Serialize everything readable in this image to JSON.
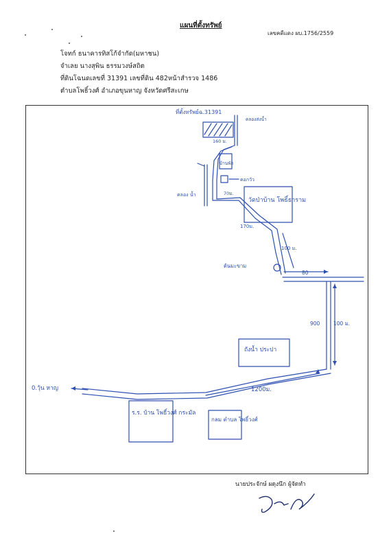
{
  "header": {
    "title": "แผนที่ตั้งทรัพย์",
    "ref_no": "เลขคดีแดง ผบ.1756/2559",
    "plaintiff": "โจทก์ ธนาคารทิสโก้จำกัด(มหาชน)",
    "defendant": "จำเลย นางสุพิน ธรรมวงษ์สถิต",
    "land_deed": "ที่ดินโฉนดเลขที่ 31391 เลขที่ดิน 482หน้าสำรวจ 1486",
    "location": "ตำบลโพธิ์วงศ์ อำเภอขุนหาญ จังหวัดศรีสะเกษ"
  },
  "map_labels": {
    "property": "ที่ตั้งทรัพย์ฉ.31391",
    "canal": "คลองส่งน้ำ",
    "dist_160": "160 ม.",
    "house": "บ้านพัก",
    "cow_pen": "คอกวัว",
    "canal_left": "คลอง น้ำ",
    "dist_70": "70ม.",
    "temple": "วัดป่าบ้าน โพธิ์ธาราม",
    "dist_170": "170ม.",
    "dist_100": "100 ม.",
    "tree": "ต้นมะขาม",
    "dist_80": "80",
    "dist_900": "900",
    "dist_100b": "100 ม.",
    "water_tank": "ถังน้ำ ประปา",
    "dist_1200": "1200ม.",
    "to_khunhan": "0.วุ้น หาญ",
    "school": "ร.ร. บ้าน โพธิ์วงศ์ กระมัล",
    "subdistrict_office": "กลม ตำบล โพธิ์วงศ์"
  },
  "signature": {
    "caption": "นายประจักษ์ ผดุงนึก ผู้จัดทำ"
  },
  "colors": {
    "ink": "#2d4fb0",
    "print": "#222222"
  }
}
